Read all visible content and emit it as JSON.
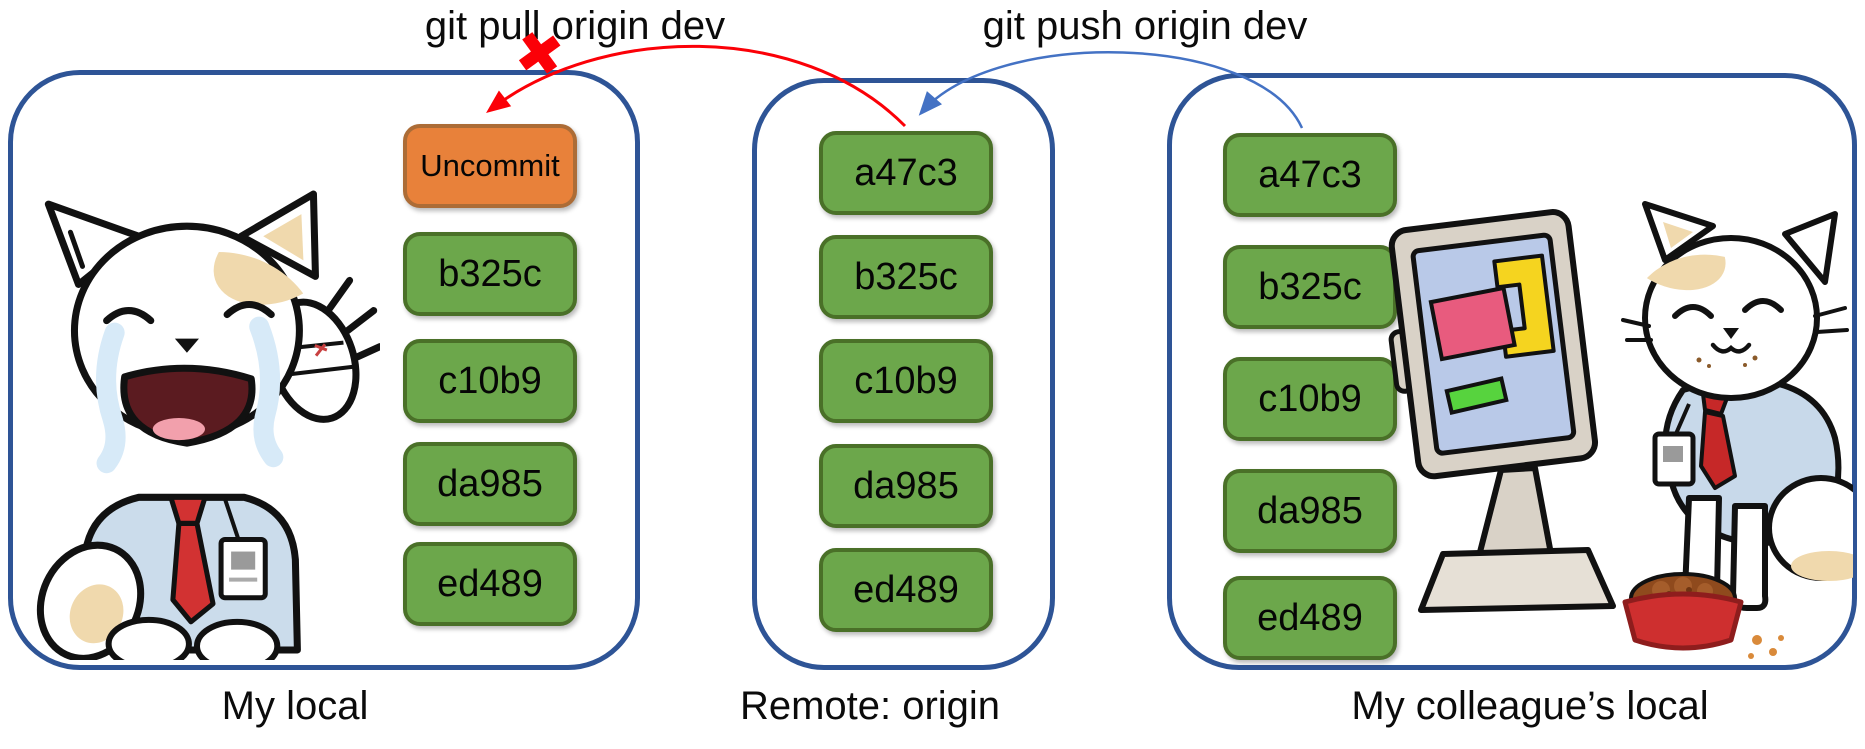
{
  "diagram": {
    "commands": {
      "pull_label": "git pull origin dev",
      "push_label": "git push origin dev",
      "pull_failed_icon": "✖"
    },
    "columns": [
      {
        "id": "my-local",
        "label": "My local",
        "commits": [
          "Uncommit",
          "b325c",
          "c10b9",
          "da985",
          "ed489"
        ]
      },
      {
        "id": "remote-origin",
        "label": "Remote: origin",
        "commits": [
          "a47c3",
          "b325c",
          "c10b9",
          "da985",
          "ed489"
        ]
      },
      {
        "id": "colleague-local",
        "label": "My colleague’s local",
        "commits": [
          "a47c3",
          "b325c",
          "c10b9",
          "da985",
          "ed489"
        ]
      }
    ],
    "illustrations": {
      "left": "crying-office-cat-sticker",
      "right": "happy-cat-with-monitor-and-food-bowl"
    },
    "colors": {
      "container_border": "#2e5496",
      "commit_fill": "#6ca74b",
      "commit_border": "#4a7028",
      "uncommit_fill": "#e8813a",
      "uncommit_border": "#ac6c36",
      "pull_arrow": "#fb0007",
      "push_arrow": "#4472c4",
      "text": "#0b0b0b"
    }
  }
}
